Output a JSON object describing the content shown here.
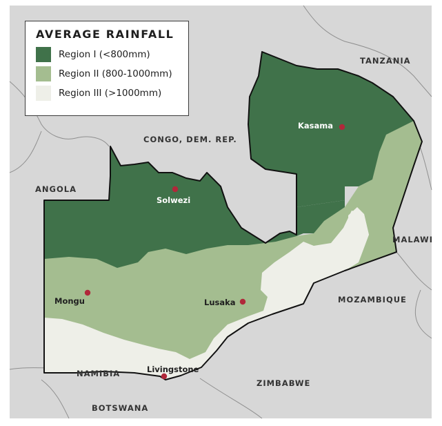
{
  "legend": {
    "title": "AVERAGE RAINFALL",
    "items": [
      {
        "label": "Region I  (<800mm)",
        "color": "#40724a"
      },
      {
        "label": "Region II  (800-1000mm)",
        "color": "#a4bd90"
      },
      {
        "label": "Region III  (>1000mm)",
        "color": "#eeefe8"
      }
    ]
  },
  "countries": {
    "tanzania": "TANZANIA",
    "congo": "CONGO, DEM. REP.",
    "angola": "ANGOLA",
    "malawi": "MALAWI",
    "mozambique": "MOZAMBIQUE",
    "namibia": "NAMIBIA",
    "zimbabwe": "ZIMBABWE",
    "botswana": "BOTSWANA"
  },
  "cities": {
    "kasama": "Kasama",
    "solwezi": "Solwezi",
    "mongu": "Mongu",
    "lusaka": "Lusaka",
    "livingstone": "Livingstone"
  },
  "colors": {
    "background": "#d7d7d7",
    "border": "#111111",
    "city_dot": "#b0283a"
  }
}
